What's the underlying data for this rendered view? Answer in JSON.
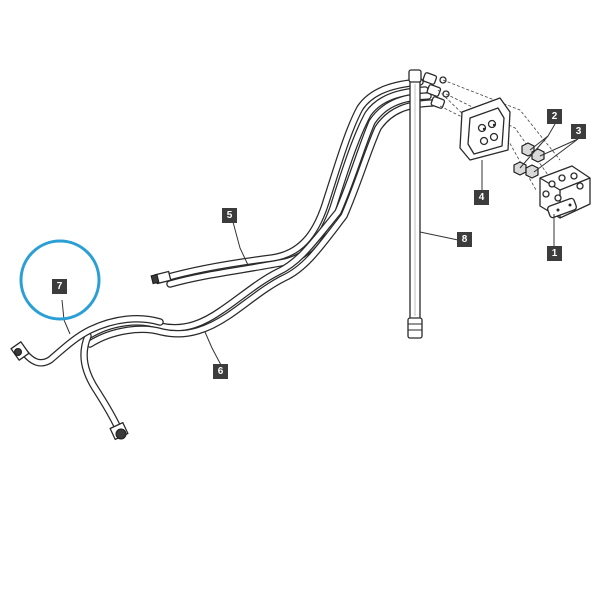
{
  "diagram": {
    "callouts": [
      {
        "id": "1",
        "label": "1"
      },
      {
        "id": "2",
        "label": "2"
      },
      {
        "id": "3",
        "label": "3"
      },
      {
        "id": "4",
        "label": "4"
      },
      {
        "id": "5",
        "label": "5"
      },
      {
        "id": "6",
        "label": "6"
      },
      {
        "id": "7",
        "label": "7"
      },
      {
        "id": "8",
        "label": "8"
      }
    ],
    "highlight": {
      "target": "7",
      "color": "#2a9fd6"
    },
    "colors": {
      "line": "#2a2a2a",
      "callout": "#3c3c3c",
      "highlight": "#2a9fd6"
    }
  }
}
